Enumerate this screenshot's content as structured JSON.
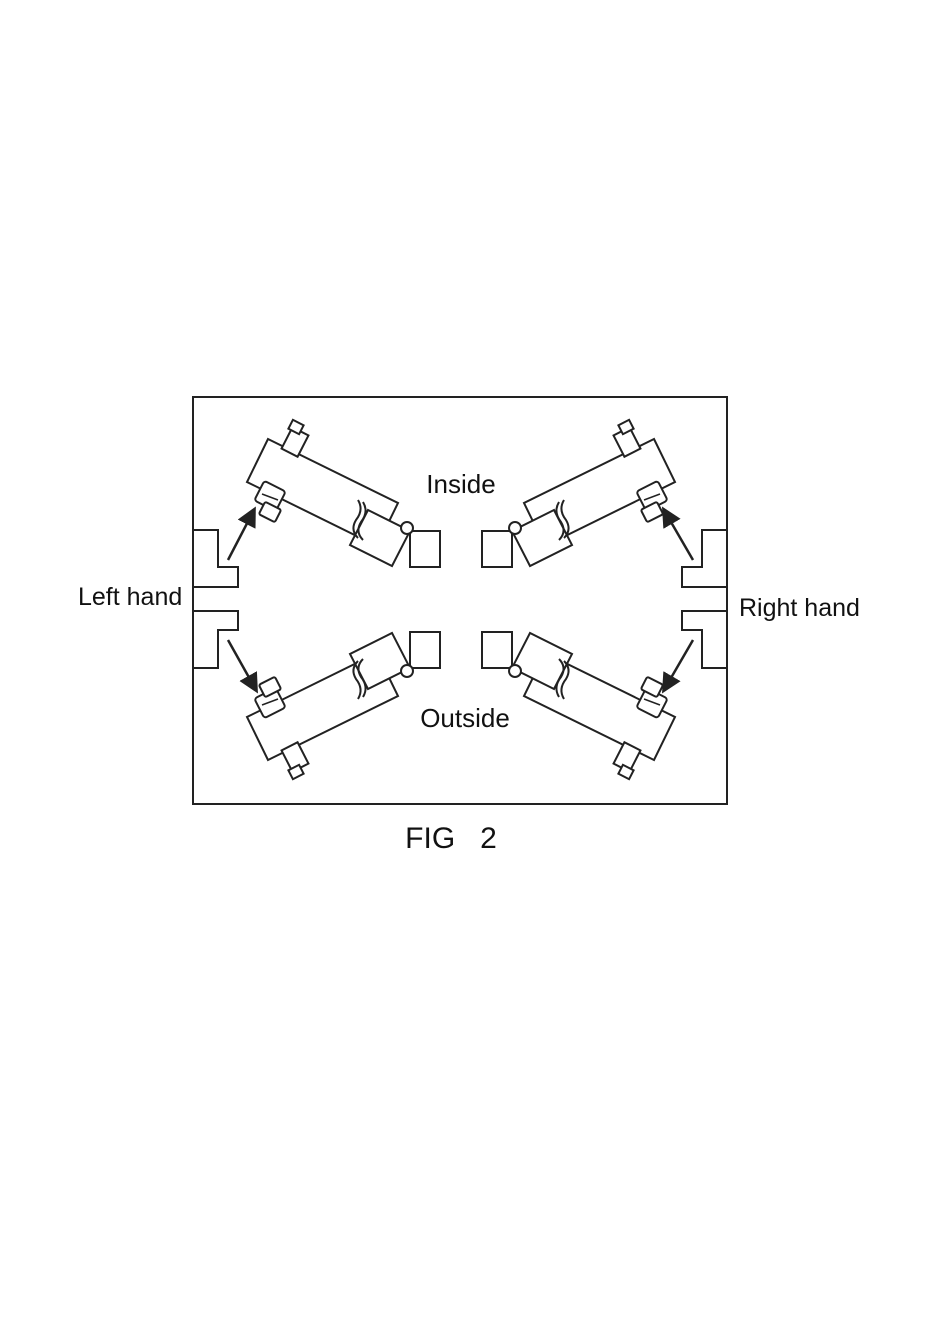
{
  "figure": {
    "labels": {
      "inside": "Inside",
      "outside": "Outside",
      "left_hand": "Left hand",
      "right_hand": "Right hand"
    },
    "caption": "FIG   2"
  },
  "colors": {
    "stroke": "#222222",
    "background": "#ffffff"
  },
  "icons": [
    "arm-assembly",
    "bolt-nut",
    "pivot-pin",
    "direction-arrow"
  ]
}
